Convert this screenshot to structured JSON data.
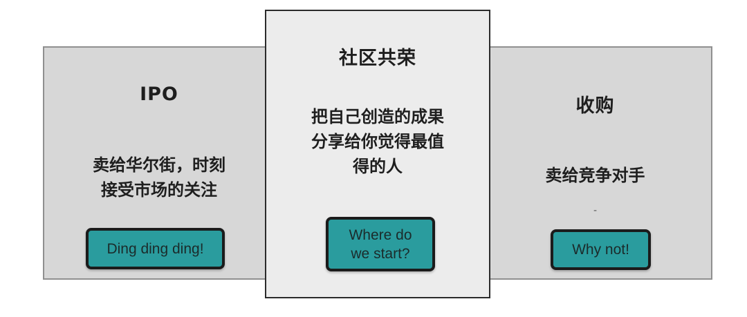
{
  "cards": {
    "left": {
      "title": "IPO",
      "line1": "卖给华尔街，时刻",
      "line2": "接受市场的关注",
      "button": "Ding ding ding!"
    },
    "center": {
      "title": "社区共荣",
      "line1": "把自己创造的成果",
      "line2": "分享给你觉得最值",
      "line3": "得的人",
      "button_line1": "Where do",
      "button_line2": "we start?"
    },
    "right": {
      "title": "收购",
      "line1": "卖给竞争对手",
      "mark": "-",
      "button": "Why not!"
    }
  },
  "colors": {
    "button": "#2a9c9e",
    "side_card": "#d7d7d7",
    "center_card": "#ececec"
  }
}
